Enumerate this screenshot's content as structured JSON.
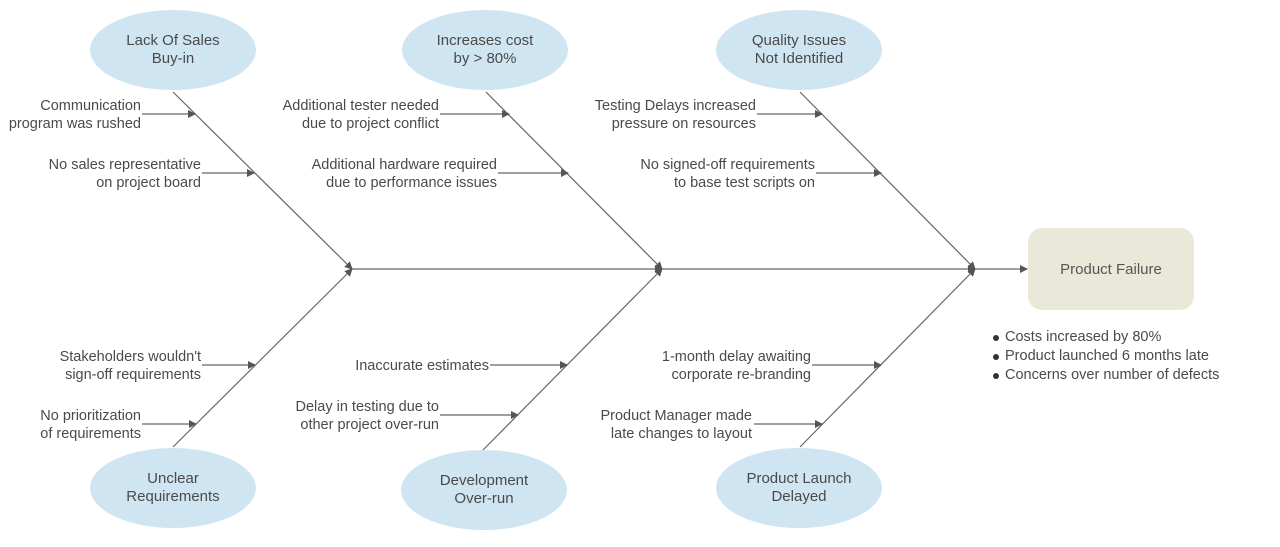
{
  "effect": {
    "label": "Product Failure"
  },
  "summary": [
    "Costs increased by 80%",
    "Product launched 6 months late",
    "Concerns over number of defects"
  ],
  "categories": {
    "sales": {
      "line1": "Lack Of Sales",
      "line2": "Buy-in"
    },
    "cost": {
      "line1": "Increases cost",
      "line2": "by > 80%"
    },
    "quality": {
      "line1": "Quality Issues",
      "line2": "Not Identified"
    },
    "requirements": {
      "line1": "Unclear",
      "line2": "Requirements"
    },
    "development": {
      "line1": "Development",
      "line2": "Over-run"
    },
    "launch": {
      "line1": "Product Launch",
      "line2": "Delayed"
    }
  },
  "causes": {
    "sales": [
      {
        "line1": "Communication",
        "line2": "program was rushed"
      },
      {
        "line1": "No sales representative",
        "line2": "on project board"
      }
    ],
    "cost": [
      {
        "line1": "Additional tester needed",
        "line2": "due to project conflict"
      },
      {
        "line1": "Additional hardware required",
        "line2": "due to performance issues"
      }
    ],
    "quality": [
      {
        "line1": "Testing Delays increased",
        "line2": "pressure on resources"
      },
      {
        "line1": "No signed-off requirements",
        "line2": "to base test scripts on"
      }
    ],
    "requirements": [
      {
        "line1": "Stakeholders wouldn't",
        "line2": "sign-off requirements"
      },
      {
        "line1": "No prioritization",
        "line2": "of requirements"
      }
    ],
    "development": [
      {
        "line1": "Inaccurate estimates"
      },
      {
        "line1": "Delay in testing due to",
        "line2": "other project over-run"
      }
    ],
    "launch": [
      {
        "line1": "1-month delay awaiting",
        "line2": "corporate re-branding"
      },
      {
        "line1": "Product Manager made",
        "line2": "late changes to layout"
      }
    ]
  }
}
